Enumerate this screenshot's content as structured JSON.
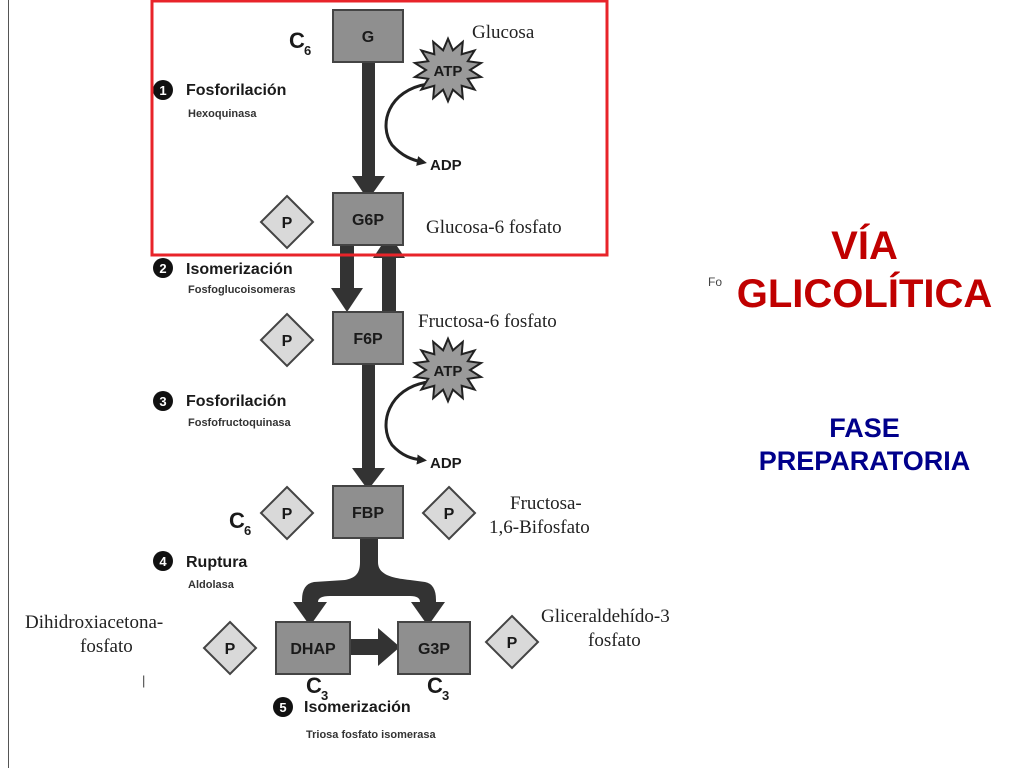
{
  "title": {
    "line1": "VÍA",
    "line2": "GLICOLÍTICA"
  },
  "subtitle": {
    "line1": "FASE",
    "line2": "PREPARATORIA"
  },
  "stray_text": {
    "fragment": "Fo",
    "tick": "|"
  },
  "carbon_labels": {
    "c6": "C",
    "c6_sub": "6",
    "c3": "C",
    "c3_sub": "3"
  },
  "phosphate_label": "P",
  "boxes": {
    "g": "G",
    "g6p": "G6P",
    "f6p": "F6P",
    "fbp": "FBP",
    "dhap": "DHAP",
    "g3p": "G3P"
  },
  "cofactors": {
    "atp": "ATP",
    "adp": "ADP"
  },
  "molecules": {
    "glucosa": "Glucosa",
    "glucosa_6_fosfato": "Glucosa-6 fosfato",
    "fructosa_6_fosfato": "Fructosa-6 fosfato",
    "fructosa_bifosfato_1": "Fructosa-",
    "fructosa_bifosfato_2": "1,6-Bifosfato",
    "dihidroxiacetona_1": "Dihidroxiacetona-",
    "dihidroxiacetona_2": "fosfato",
    "gliceraldehido_1": "Gliceraldehído-3",
    "gliceraldehido_2": "fosfato"
  },
  "steps": [
    {
      "number": "1",
      "title": "Fosforilación",
      "enzyme": "Hexoquinasa"
    },
    {
      "number": "2",
      "title": "Isomerización",
      "enzyme": "Fosfoglucoisomeras"
    },
    {
      "number": "3",
      "title": "Fosforilación",
      "enzyme": "Fosfofructoquinasa"
    },
    {
      "number": "4",
      "title": "Ruptura",
      "enzyme": "Aldolasa"
    },
    {
      "number": "5",
      "title": "Isomerización",
      "enzyme": "Triosa fosfato isomerasa"
    }
  ],
  "colors": {
    "highlight_frame": "#e8242a",
    "title": "#c00000",
    "subtitle": "#00008b",
    "box_fill": "#8f8f8f",
    "diamond_fill": "#d9d9d9",
    "arrow": "#333333",
    "atp_fill": "#9a9a9a"
  }
}
